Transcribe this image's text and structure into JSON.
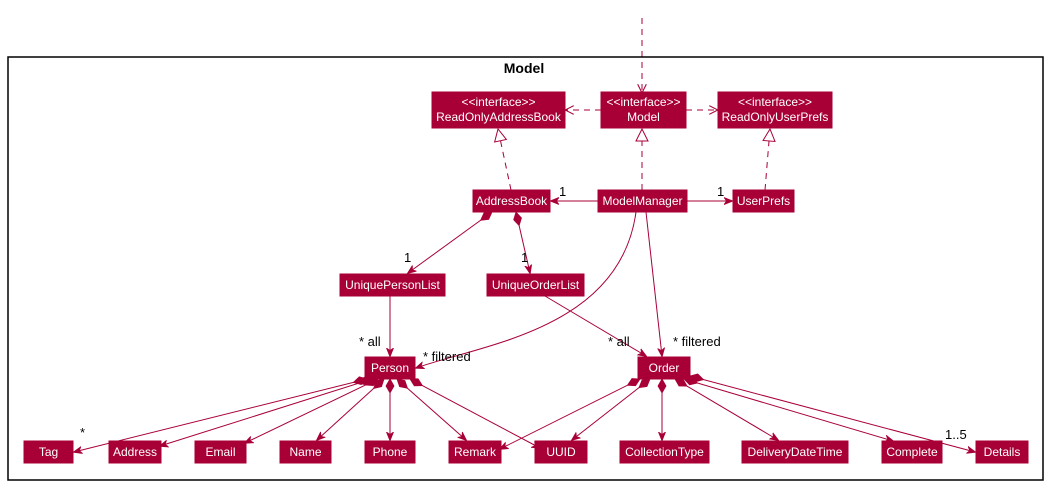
{
  "colors": {
    "class_fill": "#A80036",
    "edge": "#A80036",
    "package_border": "#000000",
    "background": "#FFFFFF"
  },
  "package": {
    "title": "Model"
  },
  "classes": {
    "ReadOnlyAddressBook": {
      "stereotype": "<<interface>>",
      "name": "ReadOnlyAddressBook"
    },
    "Model": {
      "stereotype": "<<interface>>",
      "name": "Model"
    },
    "ReadOnlyUserPrefs": {
      "stereotype": "<<interface>>",
      "name": "ReadOnlyUserPrefs"
    },
    "AddressBook": {
      "name": "AddressBook"
    },
    "ModelManager": {
      "name": "ModelManager"
    },
    "UserPrefs": {
      "name": "UserPrefs"
    },
    "UniquePersonList": {
      "name": "UniquePersonList"
    },
    "UniqueOrderList": {
      "name": "UniqueOrderList"
    },
    "Person": {
      "name": "Person"
    },
    "Order": {
      "name": "Order"
    },
    "Tag": {
      "name": "Tag"
    },
    "Address": {
      "name": "Address"
    },
    "Email": {
      "name": "Email"
    },
    "Name": {
      "name": "Name"
    },
    "Phone": {
      "name": "Phone"
    },
    "Remark": {
      "name": "Remark"
    },
    "UUID": {
      "name": "UUID"
    },
    "CollectionType": {
      "name": "CollectionType"
    },
    "DeliveryDateTime": {
      "name": "DeliveryDateTime"
    },
    "Complete": {
      "name": "Complete"
    },
    "Details": {
      "name": "Details"
    }
  },
  "labels": {
    "mm_ab": "1",
    "mm_up": "1",
    "ab_upl": "1",
    "ab_uol": "1",
    "upl_person": "* all",
    "mm_person": "* filtered",
    "uol_order": "* all",
    "mm_order": "* filtered",
    "person_tag": "*",
    "order_details": "1..5"
  }
}
